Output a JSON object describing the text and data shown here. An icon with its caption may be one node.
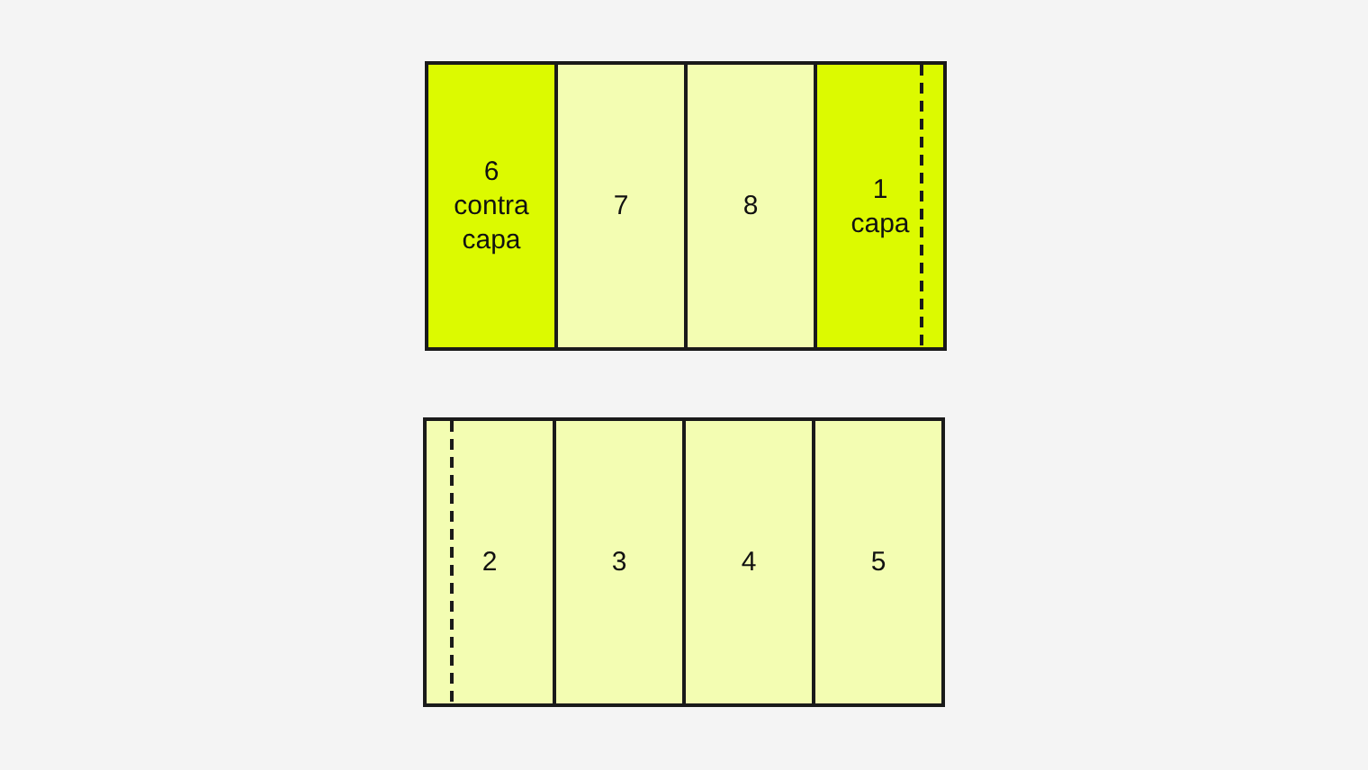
{
  "diagram": {
    "nodes": [
      {
        "text": [
          "6",
          "contra capa"
        ]
      },
      {
        "text": [
          "7"
        ]
      },
      {
        "text": [
          "8"
        ]
      },
      {
        "text": [
          "1",
          "capa"
        ]
      },
      {
        "text": [
          "2"
        ]
      },
      {
        "text": [
          "3"
        ]
      },
      {
        "text": [
          "4"
        ]
      },
      {
        "text": [
          "5"
        ]
      }
    ]
  }
}
